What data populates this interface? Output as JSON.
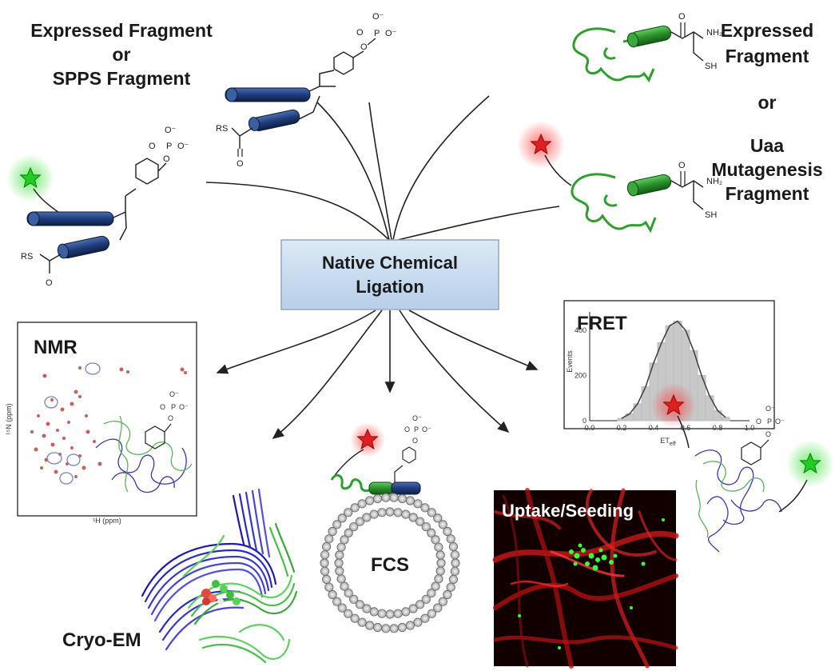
{
  "labels": {
    "top_left_line1": "Expressed Fragment",
    "top_left_line2": "or",
    "top_left_line3": "SPPS Fragment",
    "top_right_line1": "Expressed",
    "top_right_line2": "Fragment",
    "top_right_or": "or",
    "top_right_uaa1": "Uaa",
    "top_right_uaa2": "Mutagenesis",
    "top_right_uaa3": "Fragment",
    "center_line1": "Native Chemical",
    "center_line2": "Ligation",
    "nmr": "NMR",
    "fret": "FRET",
    "fcs": "FCS",
    "uptake": "Uptake/Seeding",
    "cryo": "Cryo-EM"
  },
  "chemistry": {
    "rs": "RS",
    "o": "O",
    "p": "P",
    "o_minus": "O⁻",
    "nh2": "NH₂",
    "sh": "SH"
  },
  "nmr_axes": {
    "xlabel": "¹H (ppm)",
    "ylabel": "¹⁵N (ppm)"
  },
  "fret_chart": {
    "type": "bar",
    "xlabel": "ET",
    "xlabel_sub": "eff",
    "ylabel": "Events",
    "xticks": [
      "0.0",
      "0.2",
      "0.4",
      "0.6",
      "0.8",
      "1.0"
    ],
    "yticks": [
      "400",
      "200",
      "0"
    ],
    "x": [
      0.2,
      0.25,
      0.3,
      0.35,
      0.4,
      0.45,
      0.5,
      0.55,
      0.6,
      0.65,
      0.7,
      0.75,
      0.8,
      0.85
    ],
    "values": [
      10,
      30,
      75,
      150,
      255,
      345,
      420,
      440,
      400,
      310,
      200,
      110,
      45,
      15
    ],
    "xlim": [
      0,
      1
    ],
    "ylim": [
      0,
      460
    ]
  },
  "colors": {
    "blue_helix": "#1f3c7a",
    "green_chain": "#2e9e2e",
    "red_star": "#e02020",
    "green_star": "#22cc22",
    "box_fill": "#c9dcef"
  }
}
